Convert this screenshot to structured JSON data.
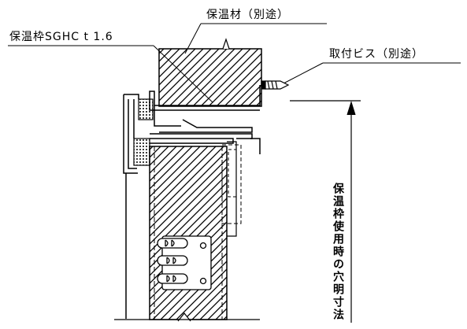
{
  "labels": {
    "insulation_material": "保温材（別途）",
    "frame_spec": "保温枠SGHC t 1.6",
    "mount_screw": "取付ビス（別途）",
    "opening_dimension": "保温枠使用時の穴明寸法"
  }
}
